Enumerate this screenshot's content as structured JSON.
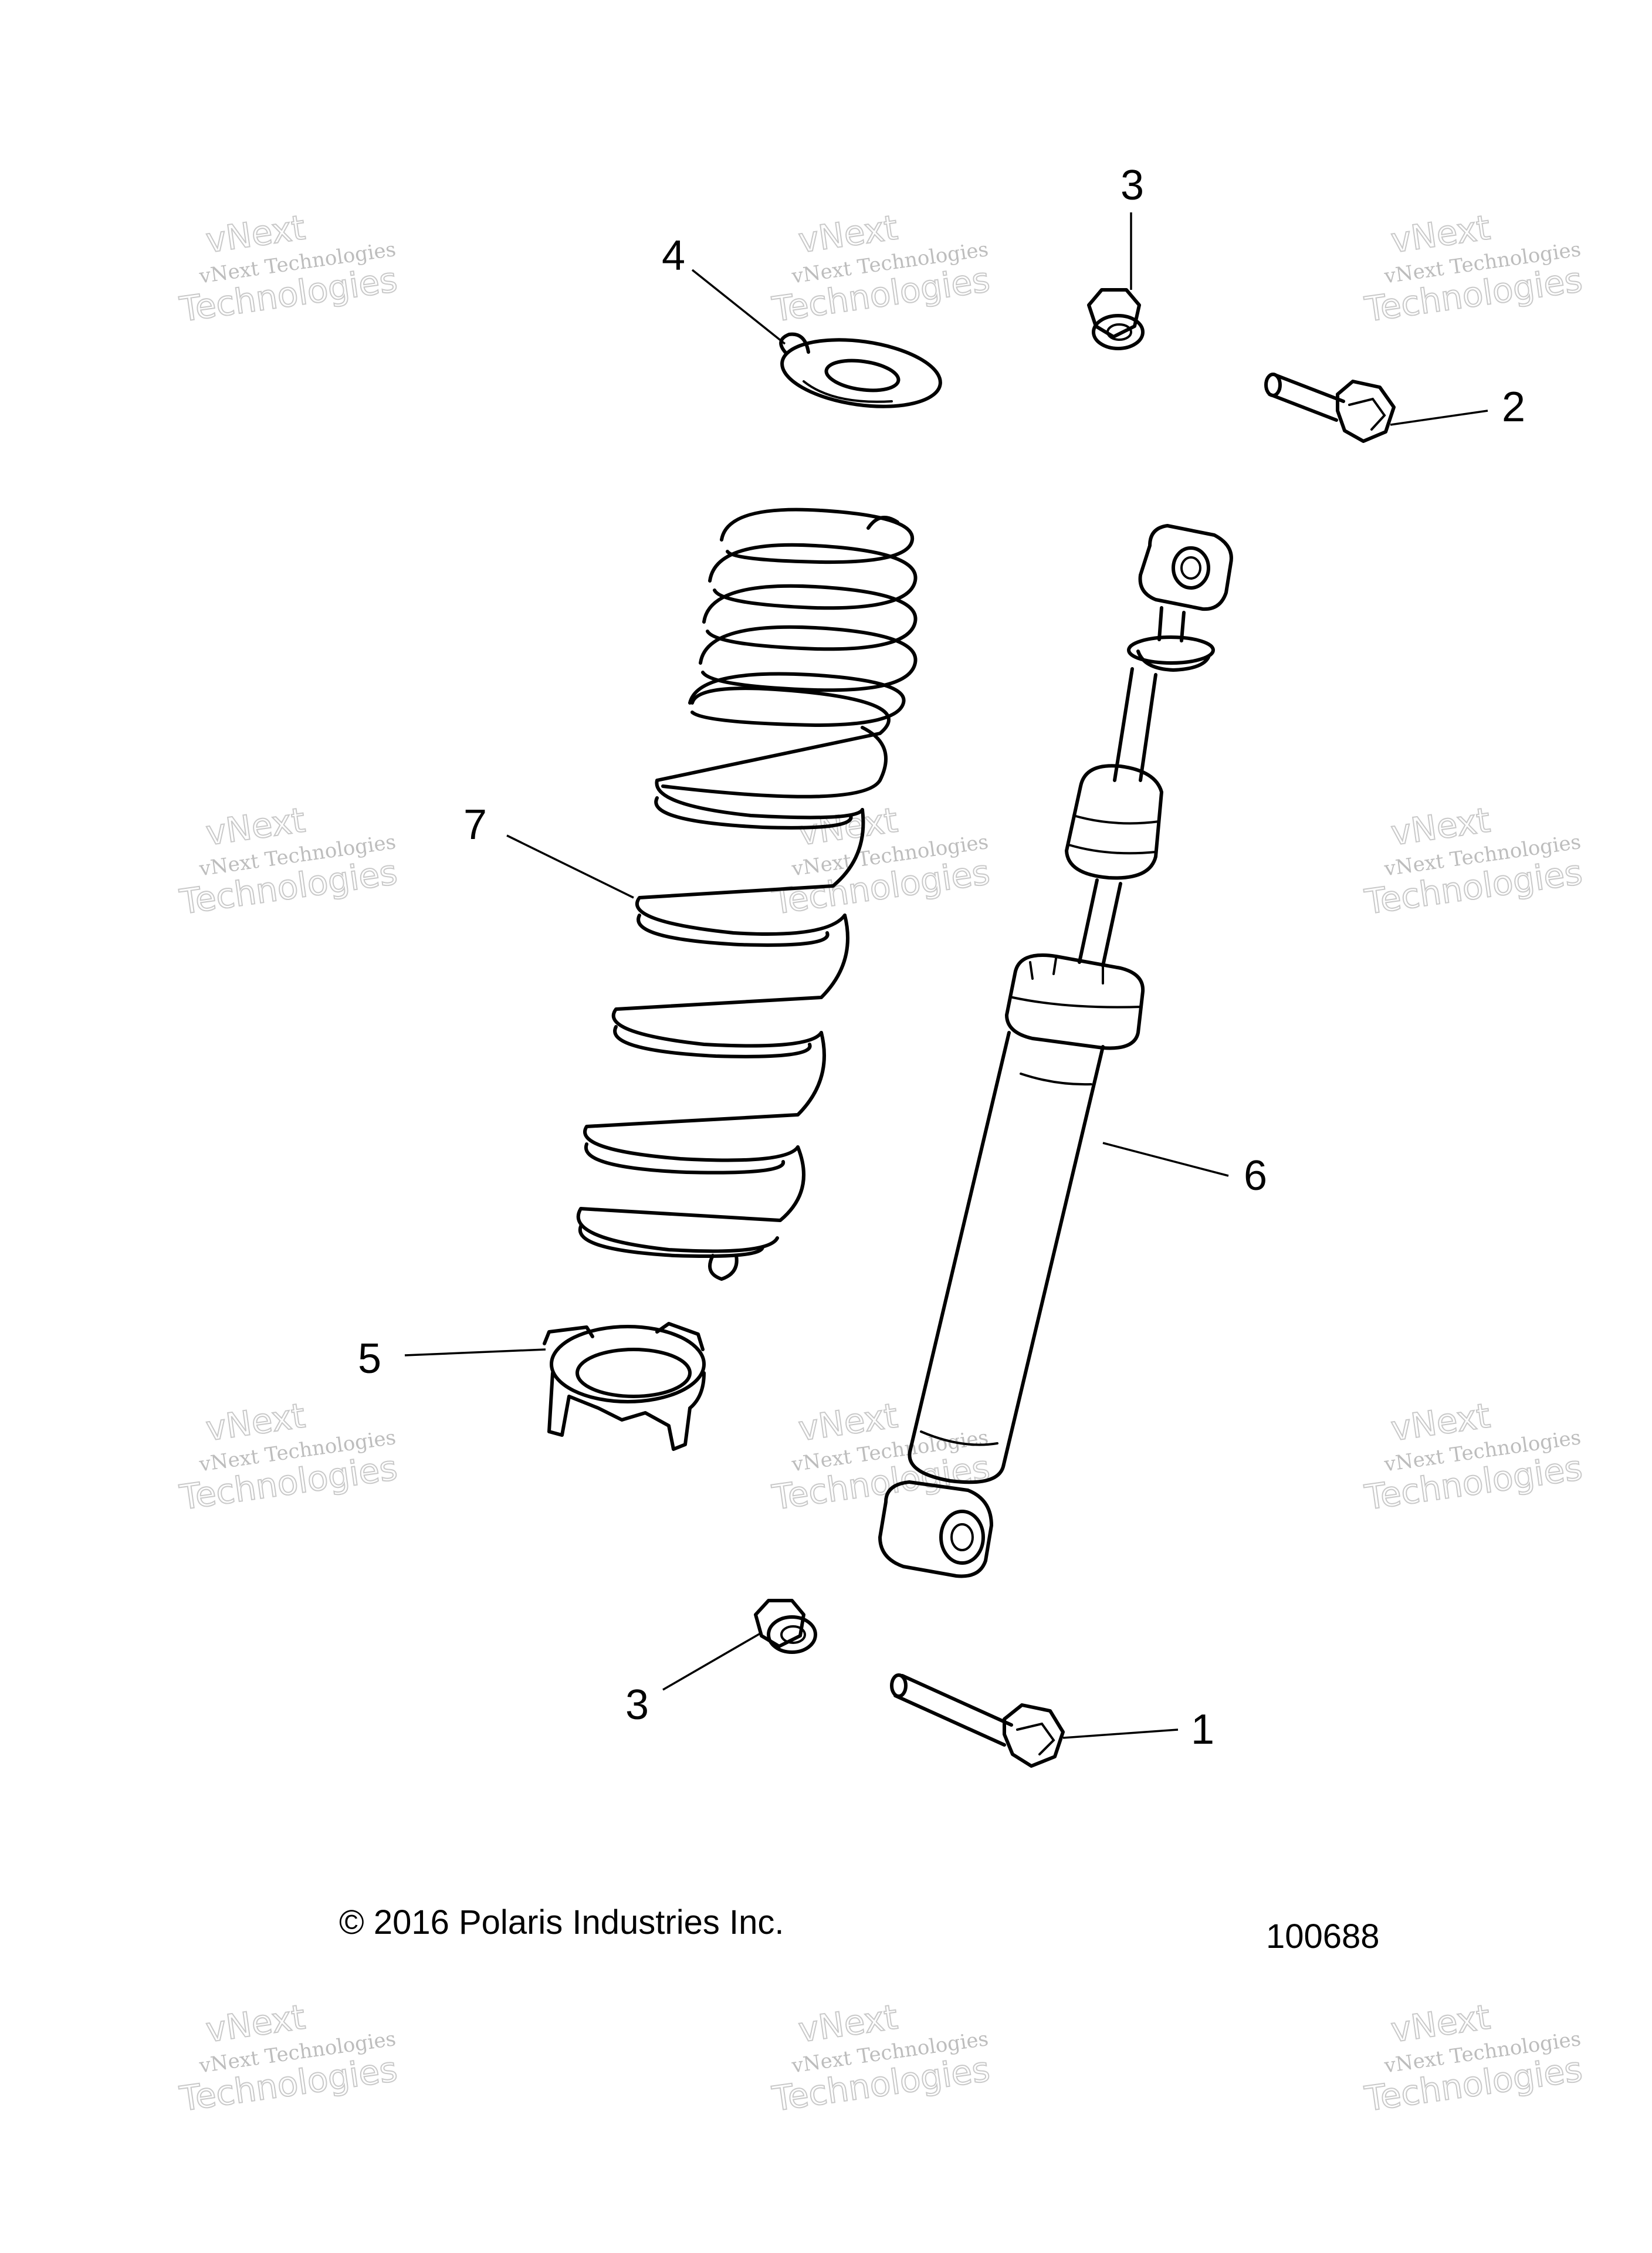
{
  "diagram": {
    "copyright": "© 2016 Polaris Industries Inc.",
    "figure_number": "100688",
    "watermark": {
      "line1": "vNext Technologies",
      "line2": "vNext",
      "line3": "Technologies"
    },
    "callouts": [
      {
        "id": "1",
        "label": "1",
        "part": "lower-bolt"
      },
      {
        "id": "2",
        "label": "2",
        "part": "upper-bolt"
      },
      {
        "id": "3a",
        "label": "3",
        "part": "upper-nut"
      },
      {
        "id": "3b",
        "label": "3",
        "part": "lower-nut"
      },
      {
        "id": "4",
        "label": "4",
        "part": "spring-retainer"
      },
      {
        "id": "5",
        "label": "5",
        "part": "spring-seat"
      },
      {
        "id": "6",
        "label": "6",
        "part": "shock-absorber"
      },
      {
        "id": "7",
        "label": "7",
        "part": "coil-spring"
      }
    ]
  }
}
